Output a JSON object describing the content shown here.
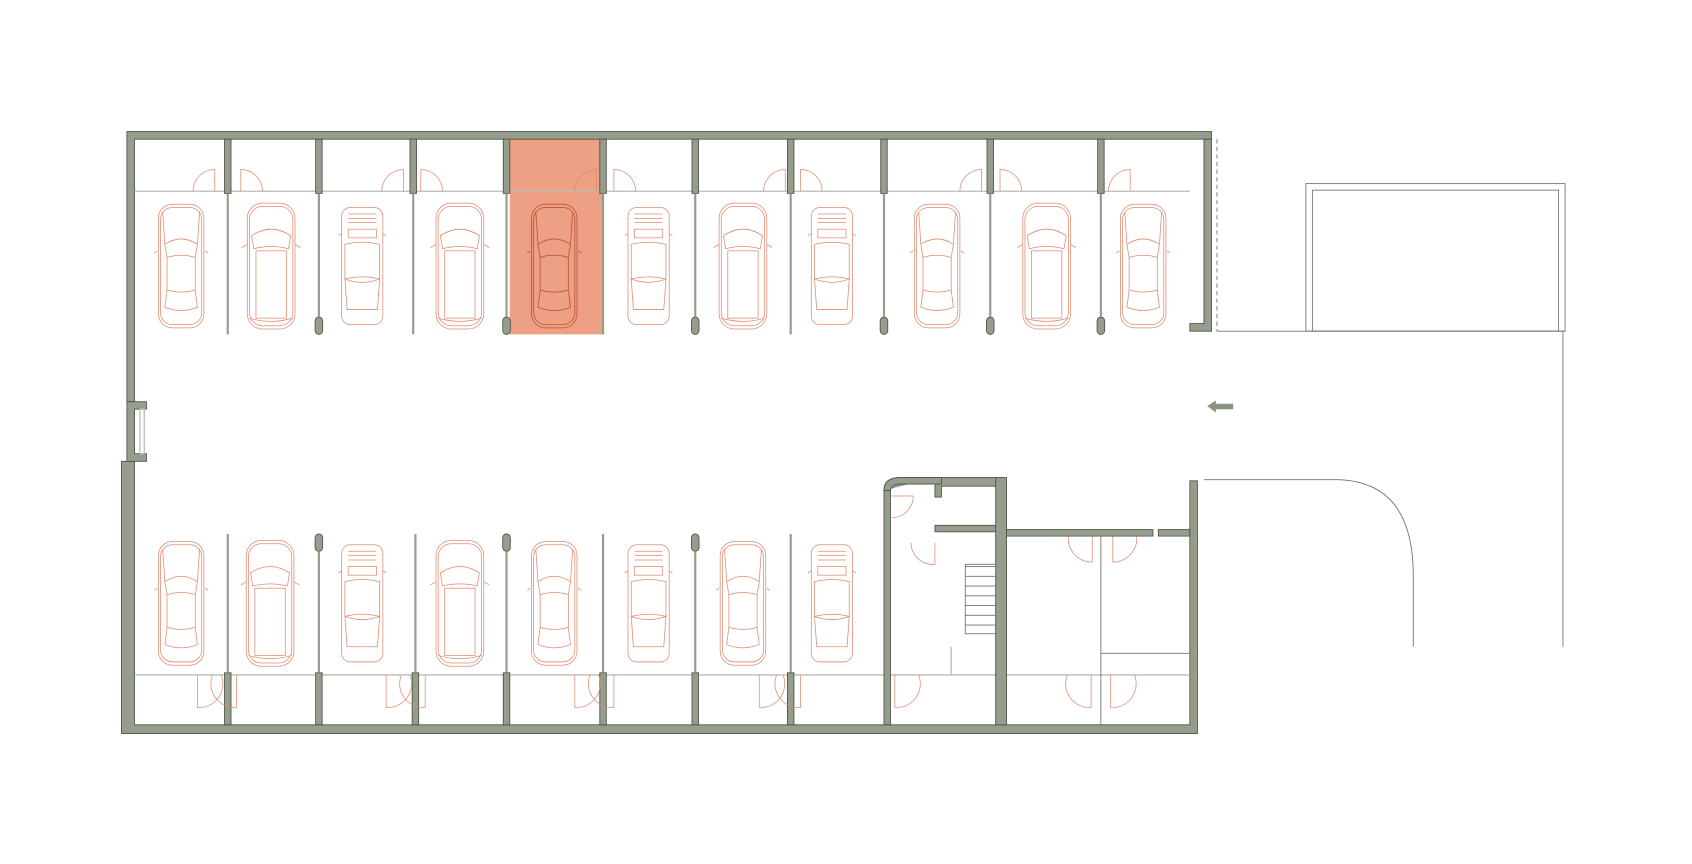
{
  "plan": {
    "type": "underground parking floor plan",
    "colors": {
      "wall": "#959d8c",
      "wall_outline": "#4d5347",
      "highlight": "#eda084",
      "car_line": "#df8a70",
      "door_line": "#e08a70",
      "road_line": "#6e7368"
    },
    "top_row": {
      "parking_spaces": 11,
      "storage_units": 11,
      "highlighted_space": 5,
      "car_models": [
        "sedan",
        "suv",
        "coupe",
        "suv",
        "sedan",
        "coupe",
        "suv",
        "coupe",
        "sedan",
        "suv",
        "sedan"
      ]
    },
    "bottom_row": {
      "parking_spaces": 8,
      "storage_units": 8,
      "car_models": [
        "sedan",
        "suv",
        "coupe",
        "suv",
        "sedan",
        "coupe",
        "sedan",
        "coupe"
      ]
    },
    "entry_arrow_direction": "left",
    "stair_steps": 7
  }
}
